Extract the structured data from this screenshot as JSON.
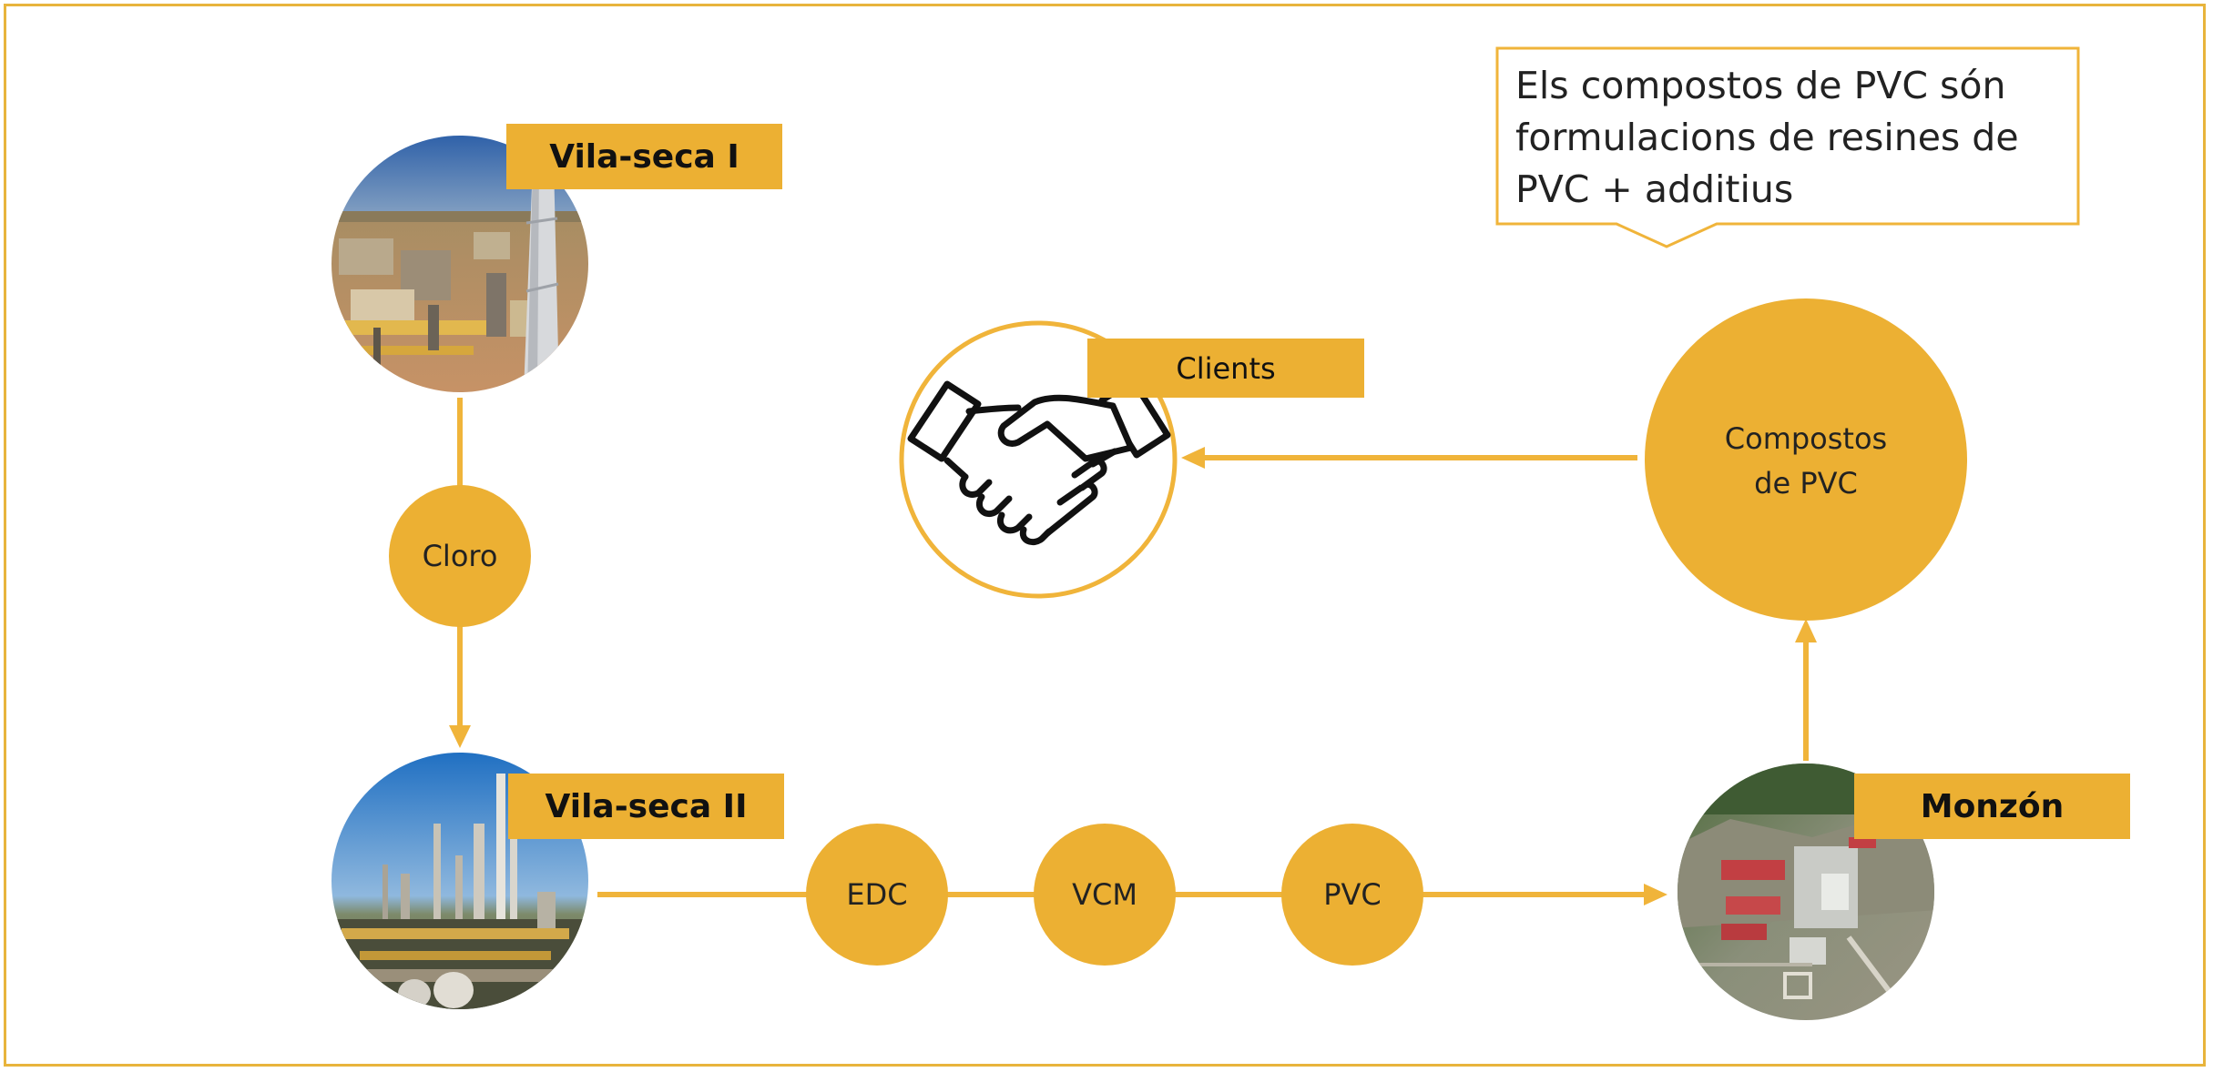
{
  "sites": {
    "vilaseca1": "Vila-seca I",
    "vilaseca2": "Vila-seca II",
    "monzon": "Monzón"
  },
  "clients": "Clients",
  "nodes": {
    "cloro": "Cloro",
    "edc": "EDC",
    "vcm": "VCM",
    "pvc": "PVC",
    "compostos_line1": "Compostos",
    "compostos_line2": "de PVC"
  },
  "callout": {
    "line1": "Els compostos de PVC són",
    "line2": "formulacions de resines de",
    "line3": "PVC + additius"
  },
  "colors": {
    "accent": "#ecb033",
    "line": "#f0b43a"
  },
  "icons": {
    "clients": "handshake-icon"
  }
}
